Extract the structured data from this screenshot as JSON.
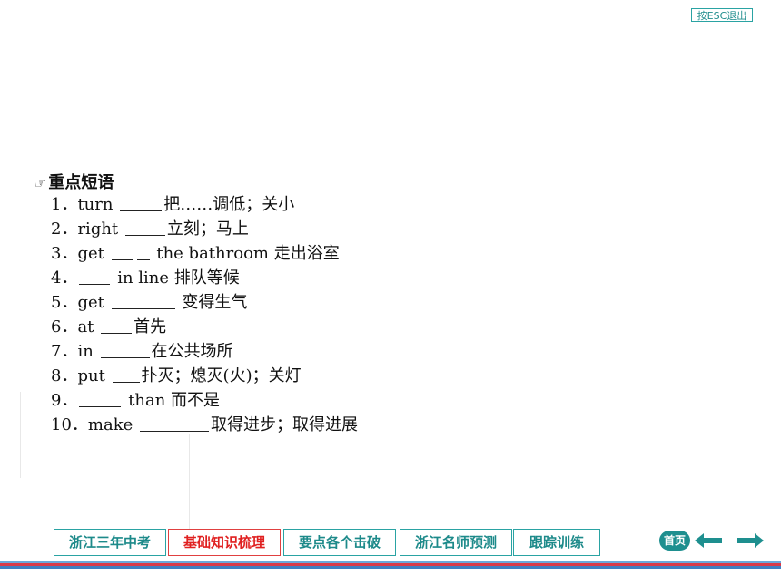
{
  "header": {
    "esc_label": "按ESC退出"
  },
  "section": {
    "icon": "pointing-hand-icon",
    "title": "重点短语"
  },
  "phrases": [
    {
      "num": "1．",
      "before": "turn",
      "after": "把……调低；关小"
    },
    {
      "num": "2．",
      "before": "right",
      "after": "立刻；马上"
    },
    {
      "num": "3．",
      "before": "get",
      "after": "the bathroom  走出浴室"
    },
    {
      "num": "4．",
      "before": "",
      "after": "in line 排队等候"
    },
    {
      "num": "5．",
      "before": "get",
      "after": "变得生气"
    },
    {
      "num": "6．",
      "before": "at",
      "after": "首先"
    },
    {
      "num": "7．",
      "before": "in",
      "after": "在公共场所"
    },
    {
      "num": "8．",
      "before": "put",
      "after": "扑灭；熄灭(火)；关灯"
    },
    {
      "num": "9．",
      "before": "",
      "after": "than 而不是"
    },
    {
      "num": "10．",
      "before": "make",
      "after": "取得进步；取得进展"
    }
  ],
  "nav": {
    "items": [
      {
        "label": "浙江三年中考"
      },
      {
        "label": "基础知识梳理"
      },
      {
        "label": "要点各个击破"
      },
      {
        "label": "浙江名师预测"
      },
      {
        "label": "跟踪训练"
      }
    ],
    "home_label": "首页",
    "prev_icon": "arrow-left-icon",
    "next_icon": "arrow-right-icon"
  },
  "colors": {
    "accent": "#2aa3a3",
    "active": "#e02020",
    "stripe_red": "#d93a4a",
    "stripe_blue": "#3f7fc2"
  }
}
